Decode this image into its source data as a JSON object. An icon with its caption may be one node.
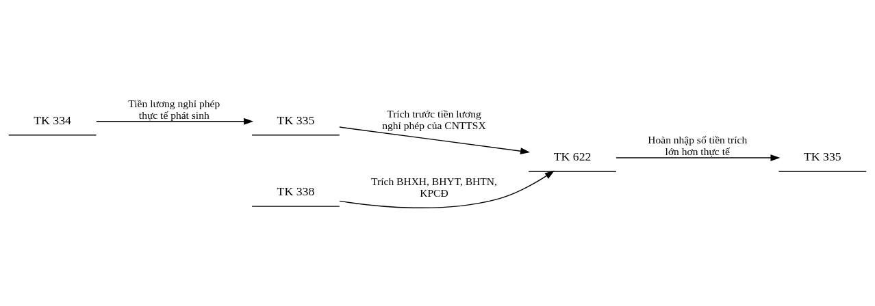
{
  "diagram": {
    "nodes": [
      {
        "text": [
          "TK 334"
        ]
      },
      {
        "text": [
          "TK 335"
        ]
      },
      {
        "text": [
          "TK 622"
        ]
      },
      {
        "text": [
          "TK 335"
        ]
      },
      {
        "text": [
          "TK 338"
        ]
      }
    ],
    "edges": [
      {
        "from": 0,
        "to": 1,
        "arrow": "to",
        "label": "Tiền lương nghỉ phép thực tế phát sinh"
      },
      {
        "from": 1,
        "to": 2,
        "arrow": "to",
        "label": "Trích trước tiền lương nghỉ phép của CNTTSX"
      },
      {
        "from": 2,
        "to": 3,
        "arrow": "to",
        "label": "Hoàn nhập số tiền trích lớn hơn thực tế"
      },
      {
        "from": 4,
        "to": 2,
        "arrow": "to",
        "label": "Trích BHXH, BHYT, BHTN, KPCĐ"
      }
    ]
  }
}
